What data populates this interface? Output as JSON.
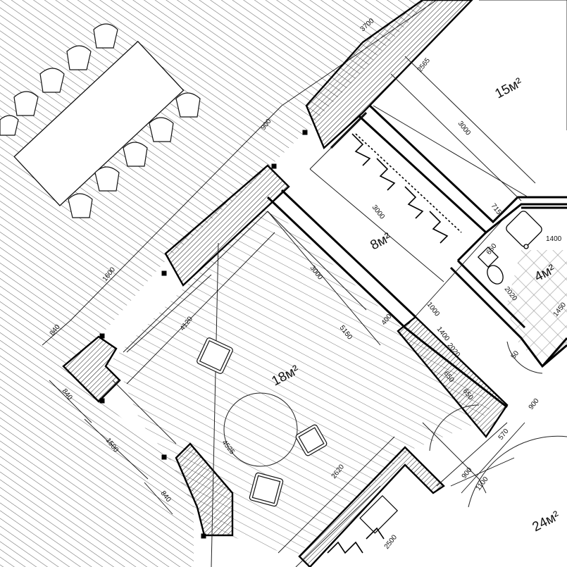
{
  "rooms": [
    {
      "id": "r15",
      "area": "15м²"
    },
    {
      "id": "r8",
      "area": "8м²"
    },
    {
      "id": "r4",
      "area": "4м²"
    },
    {
      "id": "r18",
      "area": "18м²"
    },
    {
      "id": "r24",
      "area": "24м²"
    }
  ],
  "dimensions": [
    "3700",
    "2565",
    "3000",
    "900",
    "715",
    "3000",
    "1400",
    "650",
    "2020",
    "1450",
    "1600",
    "3000",
    "400",
    "1000",
    "840",
    "4120",
    "5150",
    "1400",
    "2020",
    "650",
    "650",
    "840",
    "50",
    "900",
    "1500",
    "570",
    "4525",
    "840",
    "2620",
    "900",
    "1100",
    "2500"
  ]
}
